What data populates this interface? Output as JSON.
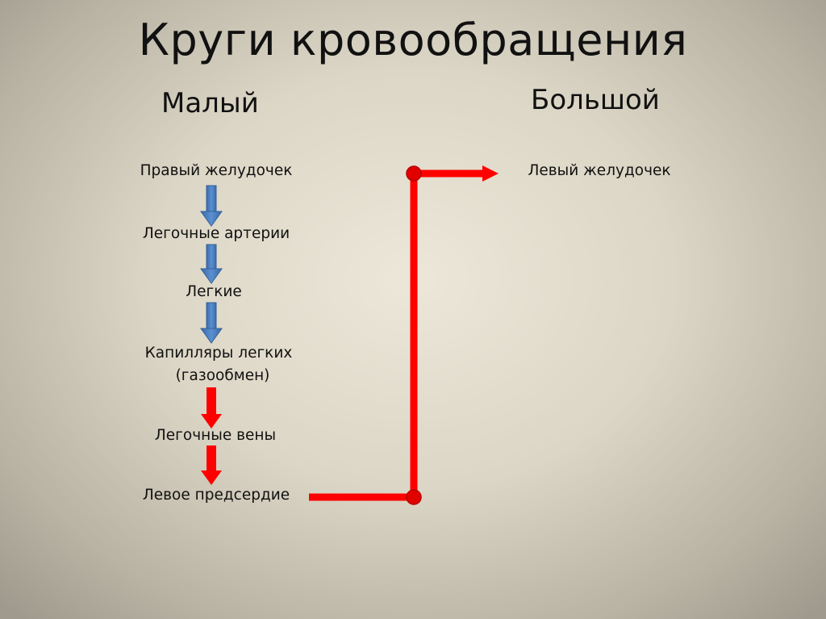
{
  "title": "Круги кровообращения",
  "columns": {
    "small": {
      "heading": "Малый",
      "nodes": [
        "Правый желудочек",
        "Легочные артерии",
        "Легкие",
        "Капилляры легких",
        "(газообмен)",
        "Легочные вены",
        "Левое предсердие"
      ]
    },
    "big": {
      "heading": "Большой",
      "nodes": [
        "Левый желудочек"
      ]
    }
  },
  "colors": {
    "venous_arrow": "#4a7fc0",
    "arterial_arrow": "#ff0000",
    "connector_dot": "#e00000"
  },
  "arrows": [
    {
      "from": "Правый желудочек",
      "to": "Легочные артерии",
      "color": "blue"
    },
    {
      "from": "Легочные артерии",
      "to": "Легкие",
      "color": "blue"
    },
    {
      "from": "Легкие",
      "to": "Капилляры легких",
      "color": "blue"
    },
    {
      "from": "Капилляры легких",
      "to": "Легочные вены",
      "color": "red"
    },
    {
      "from": "Легочные вены",
      "to": "Левое предсердие",
      "color": "red"
    },
    {
      "from": "Левое предсердие",
      "to": "Левый желудочек",
      "color": "red",
      "style": "elbow-connector"
    }
  ]
}
